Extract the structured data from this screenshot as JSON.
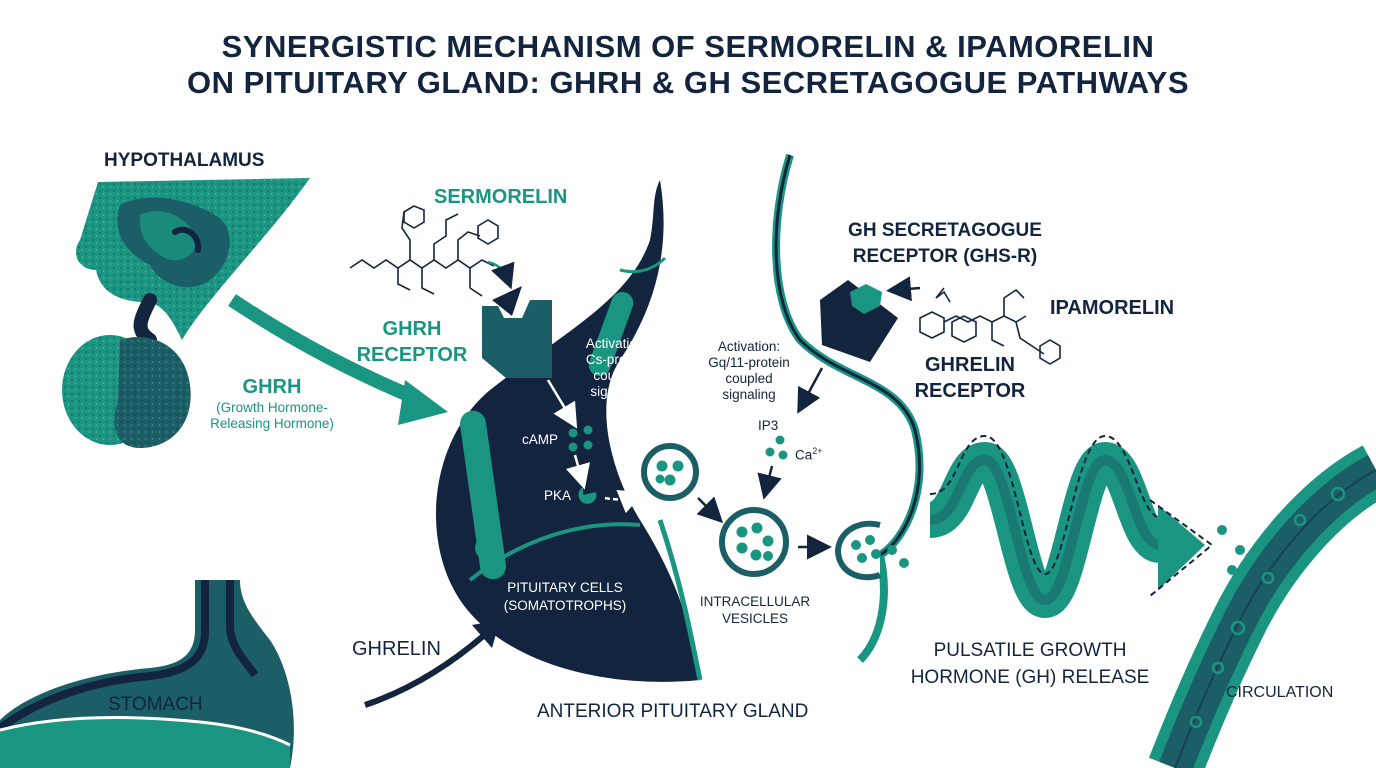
{
  "title": {
    "line1": "SYNERGISTIC MECHANISM OF SERMORELIN & IPAMORELIN",
    "line2": "ON PITUITARY GLAND: GHRH & GH SECRETAGOGUE PATHWAYS"
  },
  "labels": {
    "hypothalamus": "HYPOTHALAMUS",
    "sermorelin": "SERMORELIN",
    "ghrh_receptor_1": "GHRH",
    "ghrh_receptor_2": "RECEPTOR",
    "ghrh": "GHRH",
    "ghrh_full_1": "(Growth Hormone-",
    "ghrh_full_2": "Releasing Hormone)",
    "gs_activation_1": "Activation:",
    "gs_activation_2": "Cs-protein",
    "gs_activation_3": "coupled",
    "gs_activation_4": "signaling",
    "camp": "cAMP",
    "pka": "PKA",
    "pituitary_cells_1": "PITUITARY CELLS",
    "pituitary_cells_2": "(SOMATOTROPHS)",
    "ghsr_1": "GH SECRETAGOGUE",
    "ghsr_2": "RECEPTOR (GHS-R)",
    "ipamorelin": "IPAMORELIN",
    "ghrelin_receptor_1": "GHRELIN",
    "ghrelin_receptor_2": "RECEPTOR",
    "gq_activation_1": "Activation:",
    "gq_activation_2": "Gq/11-protein",
    "gq_activation_3": "coupled",
    "gq_activation_4": "signaling",
    "ip3": "IP3",
    "ca": "Ca",
    "ca_sup": "2+",
    "vesicles_1": "INTRACELLULAR",
    "vesicles_2": "VESICLES",
    "gh_release_1": "PULSATILE GROWTH",
    "gh_release_2": "HORMONE (GH) RELEASE",
    "circulation": "CIRCULATION",
    "ghrelin": "GHRELIN",
    "stomach": "STOMACH",
    "gland": "ANTERIOR PITUITARY GLAND"
  },
  "colors": {
    "navy": "#13243f",
    "teal": "#1a9582",
    "dark_teal": "#1c5e66",
    "background": "#ffffff"
  }
}
